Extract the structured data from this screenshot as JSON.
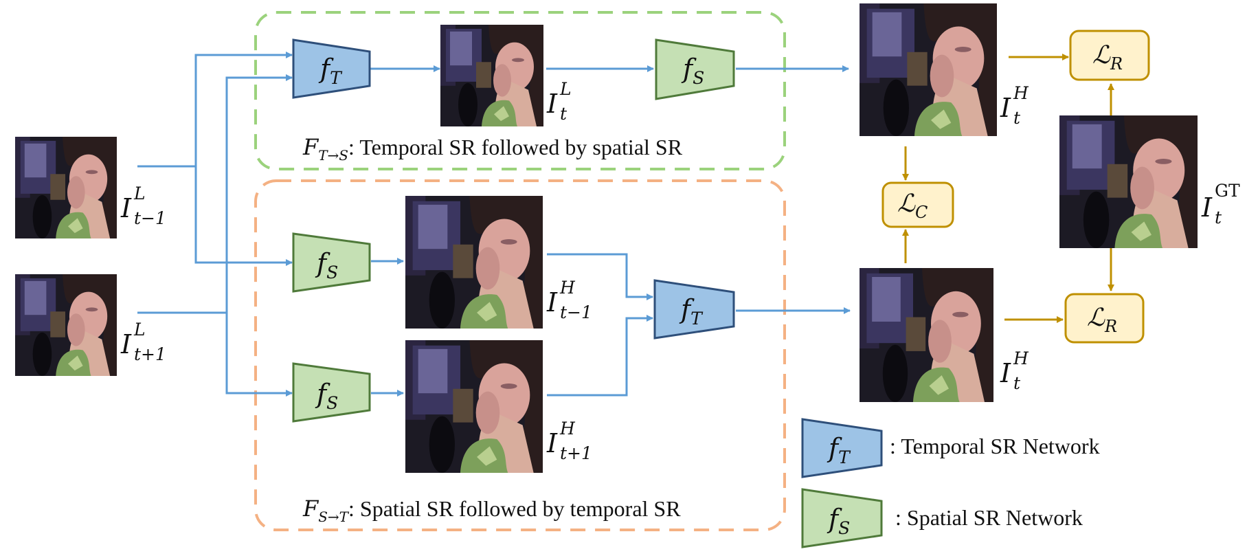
{
  "colors": {
    "flow_arrow": "#5b9bd5",
    "loss_arrow": "#bf9000",
    "temporal_fill": "#9dc3e6",
    "temporal_stroke": "#2e4f7a",
    "spatial_fill": "#c5e0b4",
    "spatial_stroke": "#4f7a3a",
    "loss_fill": "#fff2cc",
    "loss_stroke": "#bf9000",
    "t_to_s_box": "#9bd27c",
    "s_to_t_box": "#f4b183"
  },
  "frames": {
    "input_prev": {
      "base": "I",
      "sub": "t−1",
      "sup": "L"
    },
    "input_next": {
      "base": "I",
      "sub": "t+1",
      "sup": "L"
    },
    "interp_low": {
      "base": "I",
      "sub": "t",
      "sup": "L"
    },
    "output_top": {
      "base": "I",
      "sub": "t",
      "sup": "H"
    },
    "spatial_prev": {
      "base": "I",
      "sub": "t−1",
      "sup": "H"
    },
    "spatial_next": {
      "base": "I",
      "sub": "t+1",
      "sup": "H"
    },
    "output_bottom": {
      "base": "I",
      "sub": "t",
      "sup": "H"
    },
    "ground_truth": {
      "base": "I",
      "sub": "t",
      "sup": "GT"
    }
  },
  "networks": {
    "temporal": {
      "base": "f",
      "sub": "T"
    },
    "spatial": {
      "base": "f",
      "sub": "S"
    }
  },
  "pipelines": {
    "t_to_s": {
      "symbol": "F",
      "sub": "T→S",
      "text": ": Temporal SR followed by spatial SR"
    },
    "s_to_t": {
      "symbol": "F",
      "sub": "S→T",
      "text": ": Spatial SR followed by temporal SR"
    }
  },
  "losses": {
    "recon_top": {
      "base": "ℒ",
      "sub": "R"
    },
    "consistency": {
      "base": "ℒ",
      "sub": "C"
    },
    "recon_bottom": {
      "base": "ℒ",
      "sub": "R"
    }
  },
  "legend": {
    "temporal": ": Temporal SR Network",
    "spatial": ": Spatial SR Network"
  },
  "icons": {
    "frame": "video-frame-face-icon"
  }
}
